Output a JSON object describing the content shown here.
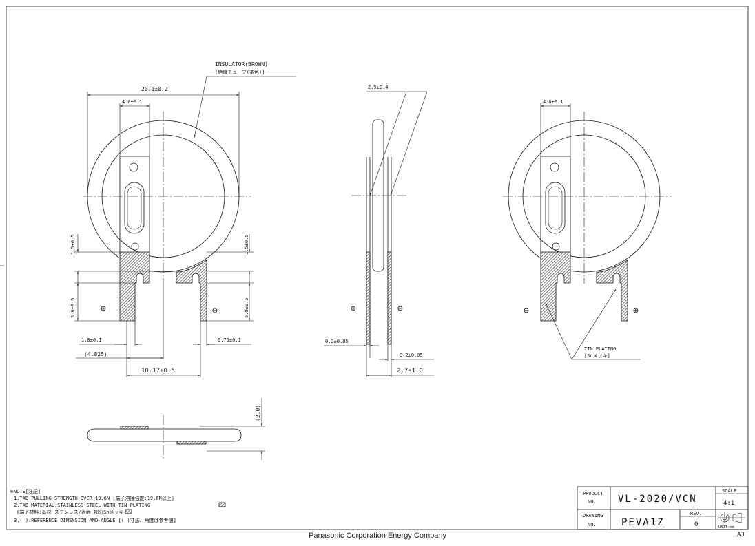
{
  "labels": {
    "insulator": "INSULATOR(BROWN)",
    "insulator_jp": "[絶縁チューブ(茶色)]",
    "tin_plating": "TIN PLATING",
    "tin_plating_jp": "[Snメッキ]"
  },
  "dims": {
    "d20_1": "20.1±0.2",
    "d4_0_left": "4.0±0.1",
    "d4_0_right": "4.0±0.1",
    "d2_9": "2.9±0.4",
    "d1_5_left": "1.5±0.5",
    "d1_5_right": "1.5±0.5",
    "d5_0_left": "5.0±0.5",
    "d5_0_right": "5.0±0.5",
    "d1_8": "1.8±0.1",
    "d0_75": "0.75±0.1",
    "d4_825": "(4.825)",
    "d10_17": "10.17±0.5",
    "d0_2_left": "0.2±0.05",
    "d0_2_right": "0.2±0.05",
    "d2_7": "2.7±1.0",
    "d2_0": "(2.0)"
  },
  "polarity": {
    "plus": "⊕",
    "minus": "⊖"
  },
  "notes": {
    "heading": "※NOTE[注記]",
    "n1": "1.TAB PULLING STRENGTH OVER 19.6N [端子溶接強度:19.6N以上]",
    "n2": "2.TAB MATERIAL:STAINLESS STEEL WITH TIN PLATING",
    "n2_jp": "[端子材料:基材 ステンレス/表面 部分Snメッキ ]",
    "n3": "3.( ):REFERENCE DIMENSION AND ANGLE [( )寸法、角度は参考値]"
  },
  "title_block": {
    "product_label_1": "PRODUCT",
    "product_label_2": "NO.",
    "product_no": "VL-2020/VCN",
    "drawing_label_1": "DRAWING",
    "drawing_label_2": "NO.",
    "drawing_no": "PEVA1Z",
    "rev_label": "REV.",
    "rev_value": "0",
    "scale_label": "SCALE",
    "scale_value": "4:1",
    "unit_label": "UNIT:mm",
    "sheet_size": "A3"
  },
  "footer": "Panasonic Corporation Energy Company"
}
